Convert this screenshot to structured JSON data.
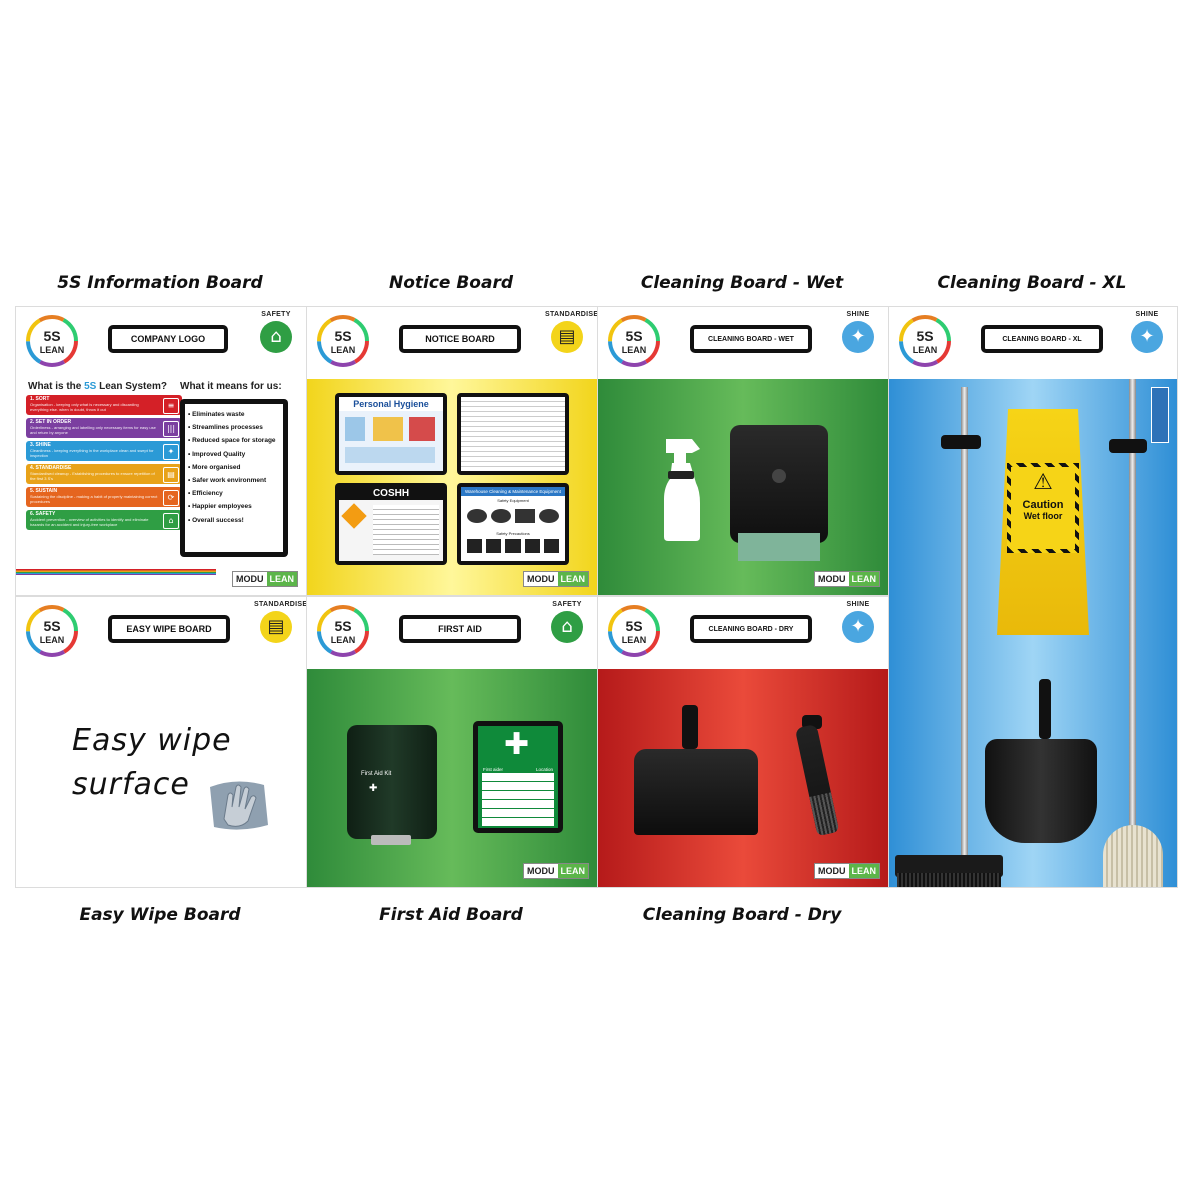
{
  "captions": {
    "info": "5S Information Board",
    "notice": "Notice Board",
    "wet": "Cleaning Board - Wet",
    "xl": "Cleaning Board - XL",
    "easy": "Easy Wipe Board",
    "firstaid": "First Aid Board",
    "dry": "Cleaning Board - Dry"
  },
  "common": {
    "logo_5s": "5S",
    "logo_lean": "LEAN",
    "brand_a": "MODU",
    "brand_b": "LEAN"
  },
  "boards": {
    "info": {
      "plate": "COMPANY LOGO",
      "badge": "SAFETY"
    },
    "notice": {
      "plate": "NOTICE BOARD",
      "badge": "STANDARDISE"
    },
    "wet": {
      "plate": "CLEANING BOARD - WET",
      "badge": "SHINE"
    },
    "xl": {
      "plate": "CLEANING BOARD - XL",
      "badge": "SHINE"
    },
    "easy": {
      "plate": "EASY WIPE BOARD",
      "badge": "STANDARDISE"
    },
    "firstaid": {
      "plate": "FIRST AID",
      "badge": "SAFETY"
    },
    "dry": {
      "plate": "CLEANING BOARD - DRY",
      "badge": "SHINE"
    }
  },
  "info": {
    "q1_a": "What is the ",
    "q1_b": "5S",
    "q1_c": " Lean System?",
    "q2": "What it means for us:",
    "steps": [
      {
        "title": "1. SORT",
        "desc": "Organisation - keeping only what is necessary and discarding everything else. when in doubt, throw it out",
        "color": "#d42027"
      },
      {
        "title": "2. SET IN ORDER",
        "desc": "Orderliness - arranging and labelling only necessary items for easy use and return by anyone",
        "color": "#7b3fa0"
      },
      {
        "title": "3. SHINE",
        "desc": "Cleanliness - keeping everything in the workplace clean and swept for inspection",
        "color": "#2b9ad6"
      },
      {
        "title": "4. STANDARDISE",
        "desc": "Standardised cleanup - Establishing procedures to ensure repetition of the first 3 S's",
        "color": "#e8a219"
      },
      {
        "title": "5. SUSTAIN",
        "desc": "Sustaining the discipline - making a habit of properly maintaining correct procedures",
        "color": "#e5651f"
      },
      {
        "title": "6. SAFETY",
        "desc": "Accident prevention - overview of activities to identify and eliminate hazards for an accident and injury-free workplace",
        "color": "#2f9e44"
      }
    ],
    "benefits": [
      "Eliminates waste",
      "Streamlines processes",
      "Reduced space for storage",
      "Improved Quality",
      "More organised",
      "Safer work environment",
      "Efficiency",
      "Happier employees",
      "Overall success!"
    ]
  },
  "notice": {
    "hygiene": "Personal Hygiene",
    "coshh": "COSHH",
    "warehouse": "Warehouse Cleaning & Maintenance Equipment",
    "safety_equipment": "Safety Equipment",
    "safety_precautions": "Safety Precautions"
  },
  "xl": {
    "caution": "Caution",
    "wetfloor": "Wet floor"
  },
  "easy": {
    "line1": "Easy wipe",
    "line2": "surface"
  },
  "firstaid": {
    "kit": "First Aid Kit",
    "first_aider": "First aider",
    "location": "Location"
  }
}
